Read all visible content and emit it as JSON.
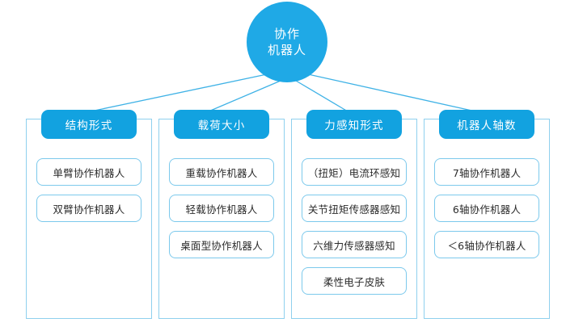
{
  "diagram": {
    "type": "hierarchy-mindmap",
    "root": {
      "label": "协作机器人",
      "line1": "协作",
      "line2": "机器人",
      "shape": "circle",
      "color": "#1FA9E6"
    },
    "colors": {
      "root_fill": "#1FA9E6",
      "header_fill": "#12A2E0",
      "header_text": "#FFFFFF",
      "box_border": "#8FD0EE",
      "leaf_border": "#7CC9EC",
      "leaf_text": "#2B2B2B",
      "connector": "#3FB2E6",
      "background": "#FFFFFF"
    },
    "branches": [
      {
        "header": "结构形式",
        "items": [
          "单臂协作机器人",
          "双臂协作机器人"
        ]
      },
      {
        "header": "载荷大小",
        "items": [
          "重载协作机器人",
          "轻载协作机器人",
          "桌面型协作机器人"
        ]
      },
      {
        "header": "力感知形式",
        "items": [
          "（扭矩）电流环感知",
          "关节扭矩传感器感知",
          "六维力传感器感知",
          "柔性电子皮肤"
        ]
      },
      {
        "header": "机器人轴数",
        "items": [
          "7轴协作机器人",
          "6轴协作机器人",
          "＜6轴协作机器人"
        ]
      }
    ]
  }
}
